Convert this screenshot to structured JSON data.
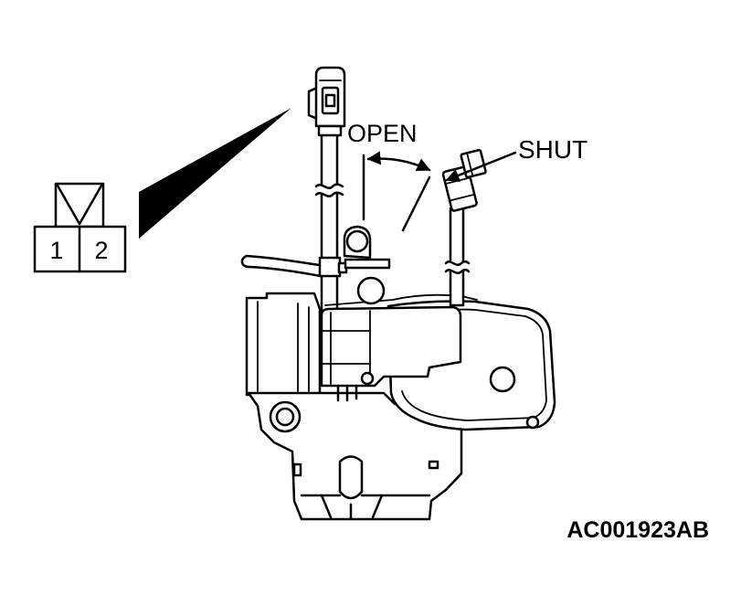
{
  "connector_symbol": {
    "pin_1": "1",
    "pin_2": "2"
  },
  "positions": {
    "open": "OPEN",
    "shut": "SHUT"
  },
  "figure_code": "AC001923AB"
}
